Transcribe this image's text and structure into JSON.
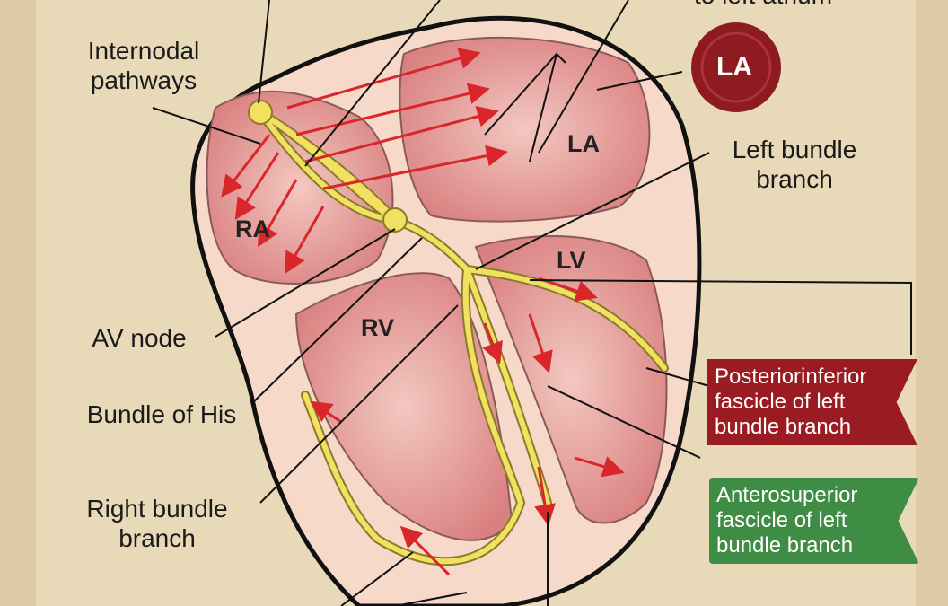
{
  "labels": {
    "top_partial": "to left atrium",
    "internodal": "Internodal pathways",
    "left_bundle": "Left bundle branch",
    "av_node": "AV node",
    "bundle_his": "Bundle of His",
    "right_bundle": "Right bundle branch"
  },
  "chambers": {
    "la": "LA",
    "ra": "RA",
    "lv": "LV",
    "rv": "RV"
  },
  "seal": {
    "text": "LA",
    "color": "#8e1a22"
  },
  "ribbons": {
    "posterior": {
      "text": "Posteriorinferior fascicle of left bundle branch",
      "color": "#9a1c22"
    },
    "anterior": {
      "text": "Anterosuperior fascicle of left bundle branch",
      "color": "#3f8c45"
    }
  }
}
